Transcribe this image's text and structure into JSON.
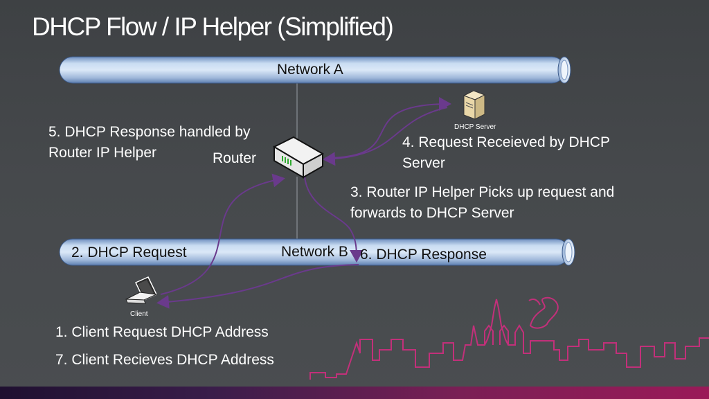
{
  "title": "DHCP Flow / IP Helper (Simplified)",
  "networks": {
    "a": "Network A",
    "b": "Network B"
  },
  "devices": {
    "router": "Router",
    "dhcp_server": "DHCP Server",
    "client": "Client"
  },
  "steps": {
    "s1": "1. Client Request DHCP Address",
    "s2": "2. DHCP Request",
    "s3_line1": "3. Router IP Helper Picks up request and",
    "s3_line2": "forwards to DHCP Server",
    "s4_line1": "4. Request Receieved by DHCP",
    "s4_line2": "Server",
    "s5_line1": "5. DHCP Response handled by",
    "s5_line2": "Router IP Helper",
    "s6": "6. DHCP Response",
    "s7": "7. Client Recieves DHCP Address"
  },
  "colors": {
    "background": "#46494c",
    "pipe": "#b9d2ee",
    "arrow": "#6a3a8c",
    "skyline": "#c2307a"
  },
  "icons": [
    "router-icon",
    "server-icon",
    "laptop-icon",
    "skyline-decoration"
  ]
}
